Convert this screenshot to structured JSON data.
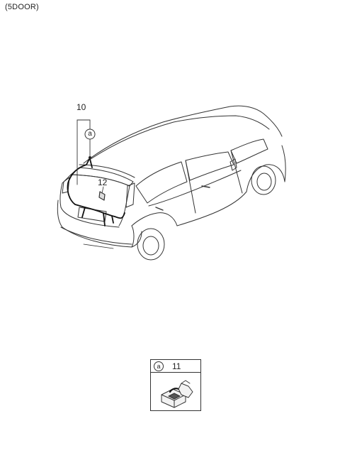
{
  "variant_label": "(5DOOR)",
  "callouts": {
    "harness": "10",
    "clip": "12",
    "connector": "11",
    "detail_ref": "a"
  }
}
